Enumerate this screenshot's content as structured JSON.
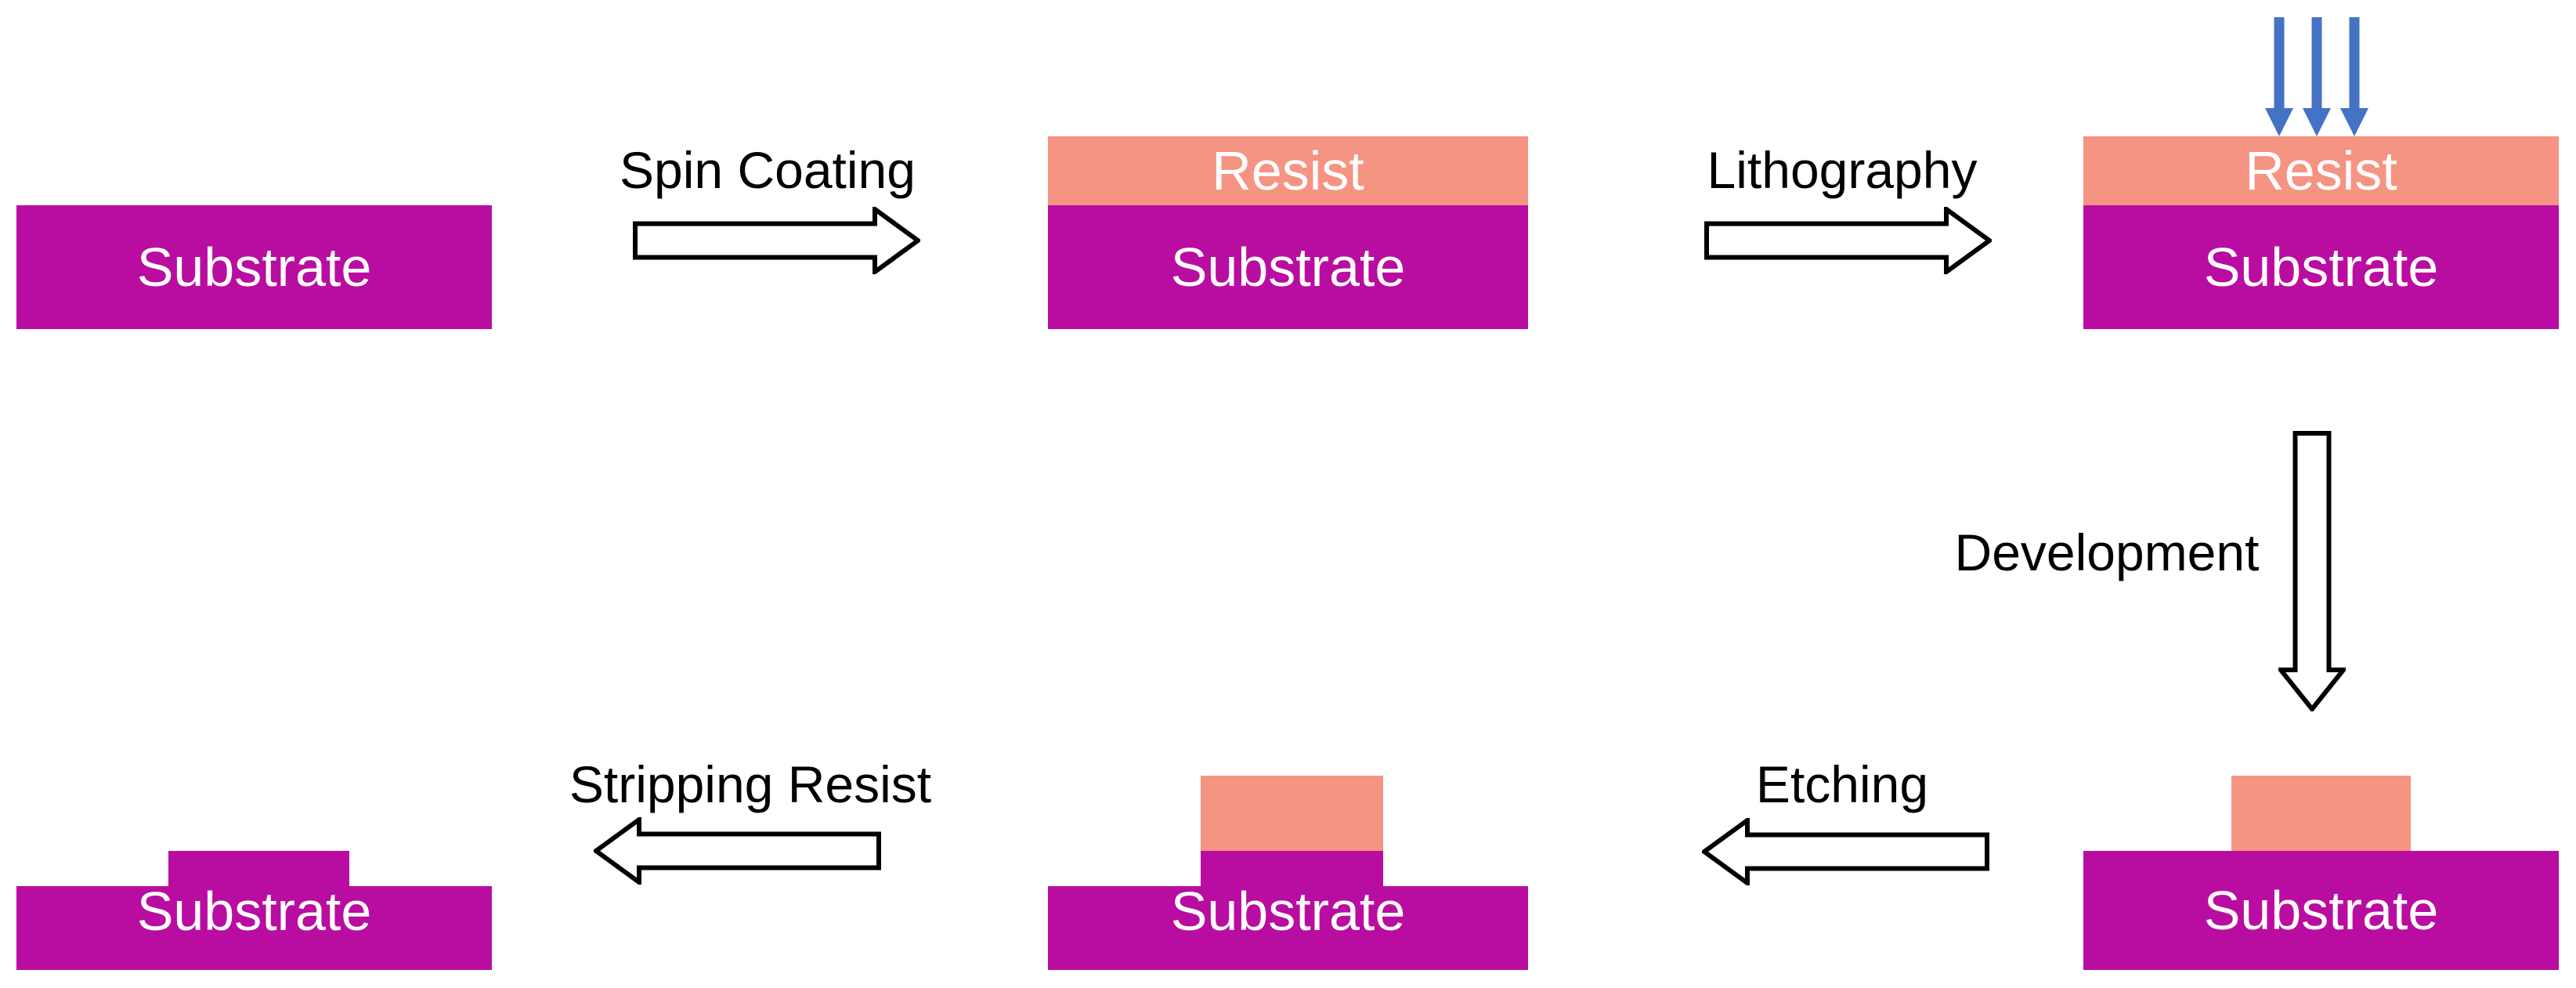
{
  "colors": {
    "substrate": "#B90DA1",
    "resist": "#F59482",
    "uv_arrow": "#4472C4",
    "step_text": "#000000",
    "block_text": "#FFFFFF",
    "flow_arrow_fill": "#FFFFFF",
    "flow_arrow_outline": "#000000",
    "background": "#FFFFFF"
  },
  "steps": {
    "spin_coating": {
      "label": "Spin Coating"
    },
    "lithography": {
      "label": "Lithography"
    },
    "development": {
      "label": "Development"
    },
    "etching": {
      "label": "Etching"
    },
    "stripping_resist": {
      "label": "Stripping Resist"
    }
  },
  "stages": [
    {
      "substrate": "Substrate"
    },
    {
      "resist": "Resist",
      "substrate": "Substrate"
    },
    {
      "resist": "Resist",
      "substrate": "Substrate"
    },
    {
      "substrate": "Substrate"
    },
    {
      "substrate": "Substrate"
    },
    {
      "substrate": "Substrate"
    }
  ]
}
